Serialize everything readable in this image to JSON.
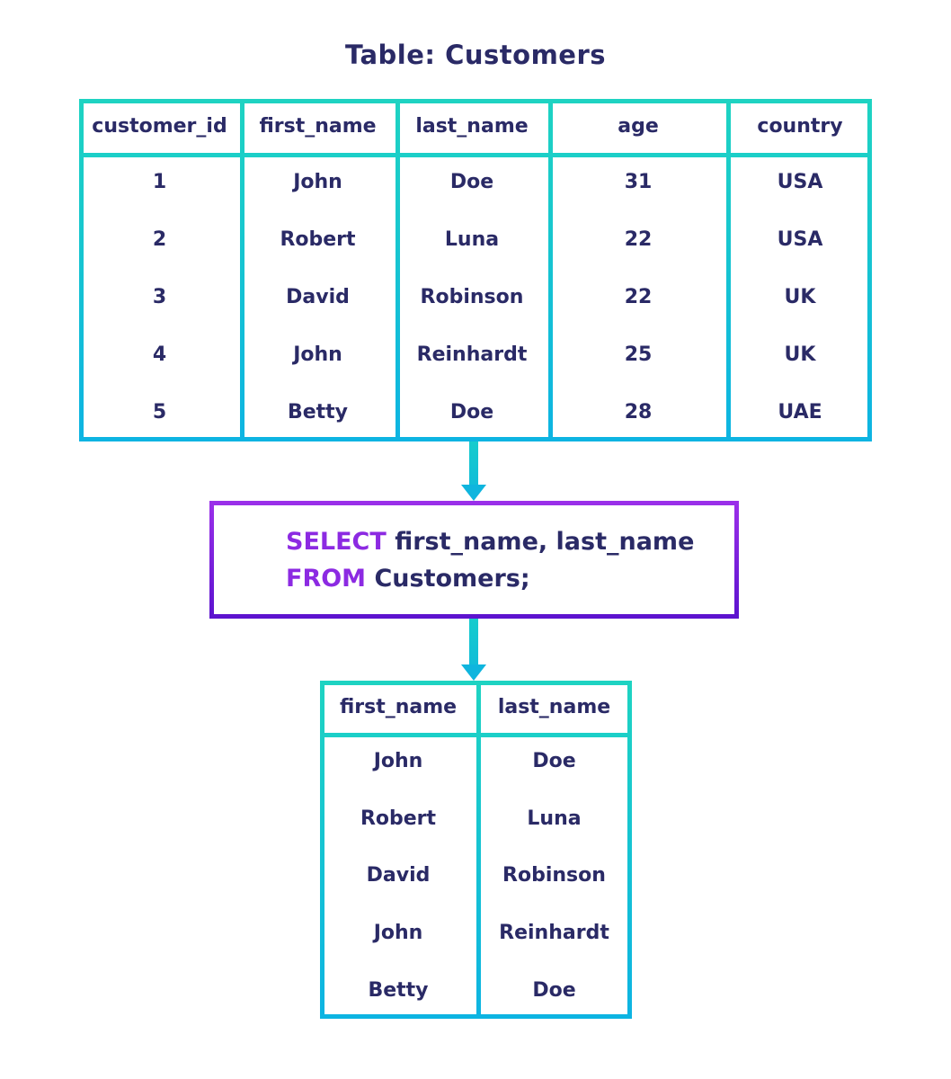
{
  "title": "Table: Customers",
  "colors": {
    "background": "#ffffff",
    "text_navy": "#2a2a66",
    "keyword_purple": "#8c2ae2",
    "table_border_gradient_top": "#1ed3c2",
    "table_border_gradient_bottom": "#0db4e2",
    "sql_border_gradient_top": "#9a2fe9",
    "sql_border_gradient_bottom": "#5d13cf",
    "arrow_teal": "#11bdd8"
  },
  "icons": {
    "arrow_down": "triangle-down"
  },
  "main_table": {
    "headers": [
      "customer_id",
      "first_name",
      "last_name",
      "age",
      "country"
    ],
    "rows": [
      [
        "1",
        "John",
        "Doe",
        "31",
        "USA"
      ],
      [
        "2",
        "Robert",
        "Luna",
        "22",
        "USA"
      ],
      [
        "3",
        "David",
        "Robinson",
        "22",
        "UK"
      ],
      [
        "4",
        "John",
        "Reinhardt",
        "25",
        "UK"
      ],
      [
        "5",
        "Betty",
        "Doe",
        "28",
        "UAE"
      ]
    ]
  },
  "sql_box": {
    "line1_keyword": "SELECT",
    "line1_rest": "first_name, last_name",
    "line2_keyword": "FROM",
    "line2_rest": "Customers;"
  },
  "result_table": {
    "headers": [
      "first_name",
      "last_name"
    ],
    "rows": [
      [
        "John",
        "Doe"
      ],
      [
        "Robert",
        "Luna"
      ],
      [
        "David",
        "Robinson"
      ],
      [
        "John",
        "Reinhardt"
      ],
      [
        "Betty",
        "Doe"
      ]
    ]
  }
}
